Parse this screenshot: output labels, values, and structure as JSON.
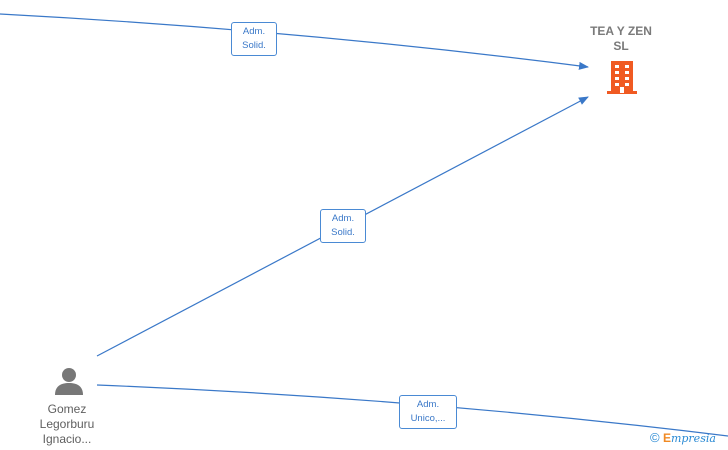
{
  "company": {
    "name_line1": "TEA Y ZEN",
    "name_line2": "SL",
    "icon": "building-icon",
    "icon_color": "#f05a22"
  },
  "person": {
    "name_line1": "Gomez",
    "name_line2": "Legorburu",
    "name_line3": "Ignacio...",
    "icon": "person-icon",
    "icon_color": "#777777"
  },
  "edges": [
    {
      "label_line1": "Adm.",
      "label_line2": "Solid."
    },
    {
      "label_line1": "Adm.",
      "label_line2": "Solid."
    },
    {
      "label_line1": "Adm.",
      "label_line2": "Unico,..."
    }
  ],
  "edge_color": "#3a78c8",
  "watermark": {
    "copyright_symbol": "©",
    "brand_initial": "E",
    "brand_rest": "mpresia"
  }
}
